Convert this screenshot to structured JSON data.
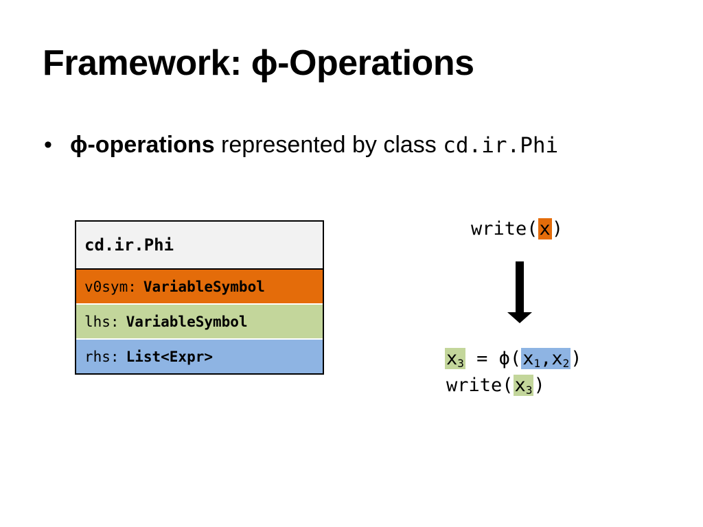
{
  "title": "Framework: ϕ-Operations",
  "bullet": {
    "marker": "•",
    "bold_text": "ϕ-operations",
    "text": " represented by class ",
    "code": "cd.ir.Phi"
  },
  "class_box": {
    "header": "cd.ir.Phi",
    "fields": [
      {
        "name": "v0sym:",
        "type": "VariableSymbol",
        "color": "#E46C0A"
      },
      {
        "name": "lhs:",
        "type": "VariableSymbol",
        "color": "#C3D69B"
      },
      {
        "name": "rhs:",
        "type": "List<Expr>",
        "color": "#8EB4E3"
      }
    ]
  },
  "before": {
    "prefix": "write(",
    "var": "x",
    "suffix": ")"
  },
  "after": {
    "line1": {
      "lhs_var": "x",
      "lhs_sub": "3",
      "mid": " = ϕ(",
      "arg1_var": "x",
      "arg1_sub": "1",
      "sep": ",",
      "arg2_var": "x",
      "arg2_sub": "2",
      "end": ")"
    },
    "line2": {
      "prefix": "write(",
      "var": "x",
      "sub": "3",
      "suffix": ")"
    }
  },
  "colors": {
    "orange": "#E46C0A",
    "green": "#C3D69B",
    "blue": "#8EB4E3",
    "header_bg": "#F2F2F2"
  },
  "icons": {
    "arrow": "down-arrow-icon"
  }
}
